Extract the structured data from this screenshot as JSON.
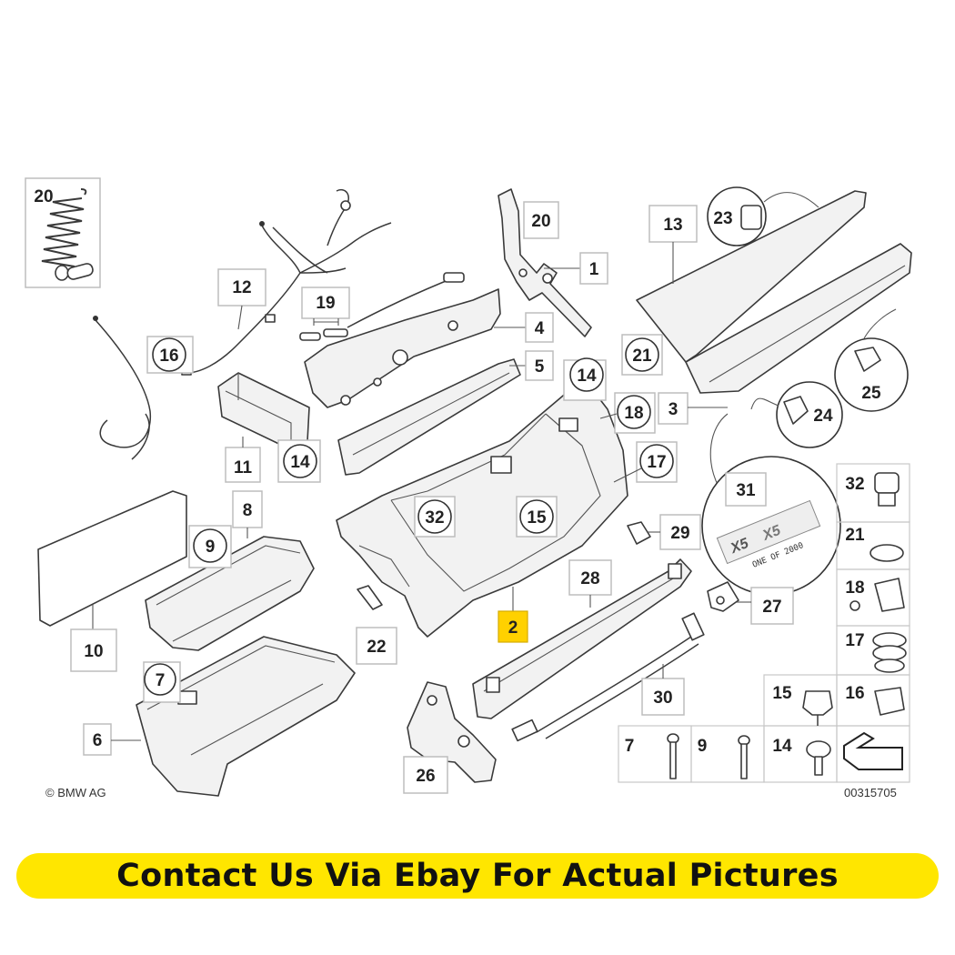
{
  "callouts": {
    "c1": "1",
    "c2": "2",
    "c3": "3",
    "c4": "4",
    "c5": "5",
    "c6": "6",
    "c7": "7",
    "c8": "8",
    "c9": "9",
    "c10": "10",
    "c11": "11",
    "c12": "12",
    "c13": "13",
    "c14": "14",
    "c15": "15",
    "c16": "16",
    "c17": "17",
    "c18": "18",
    "c19": "19",
    "c20": "20",
    "c21": "21",
    "c22": "22",
    "c23": "23",
    "c24": "24",
    "c25": "25",
    "c26": "26",
    "c27": "27",
    "c28": "28",
    "c29": "29",
    "c30": "30",
    "c31": "31",
    "c32": "32"
  },
  "legend": {
    "items": [
      "32",
      "21",
      "18",
      "17",
      "15",
      "16",
      "7",
      "9",
      "14"
    ]
  },
  "emblem_text": "ONE OF 2000",
  "copyright": "© BMW AG",
  "diagram_id": "00315705",
  "banner_text": "Contact Us Via Ebay For Actual Pictures",
  "colors": {
    "highlight": "#ffd100",
    "banner": "#ffe600"
  }
}
